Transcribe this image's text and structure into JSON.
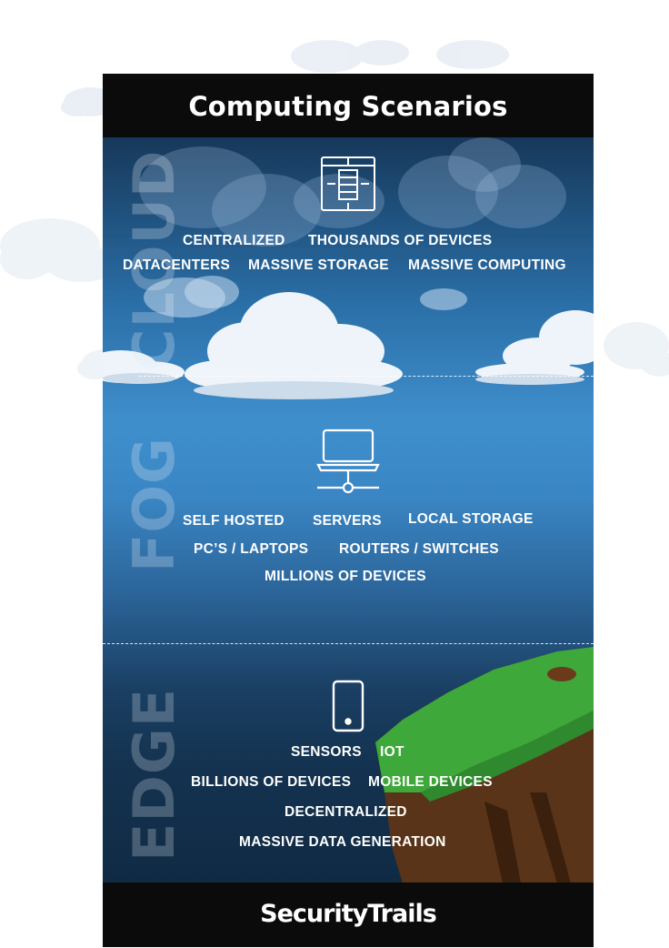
{
  "header": {
    "title": "Computing Scenarios"
  },
  "zones": {
    "cloud": {
      "label": "CLOUD",
      "icon": "datacenter-rack-icon",
      "keywords": [
        "CENTRALIZED",
        "THOUSANDS OF DEVICES",
        "DATACENTERS",
        "MASSIVE STORAGE",
        "MASSIVE COMPUTING"
      ]
    },
    "fog": {
      "label": "FOG",
      "icon": "laptop-network-icon",
      "keywords": [
        "SELF HOSTED",
        "SERVERS",
        "LOCAL STORAGE",
        "PC’S / LAPTOPS",
        "ROUTERS / SWITCHES",
        "MILLIONS OF DEVICES"
      ]
    },
    "edge": {
      "label": "EDGE",
      "icon": "smartphone-icon",
      "keywords": [
        "SENSORS",
        "IOT",
        "BILLIONS OF DEVICES",
        "MOBILE DEVICES",
        "DECENTRALIZED",
        "MASSIVE DATA GENERATION"
      ]
    }
  },
  "footer": {
    "logo": "SecurityTrails"
  },
  "colors": {
    "header_bg": "#0b0b0b",
    "sky_top": "#16385a",
    "sky_mid": "#3f8fcd",
    "edge_bg": "#102a44",
    "grass": "#3fa83a",
    "soil": "#5a3418"
  }
}
